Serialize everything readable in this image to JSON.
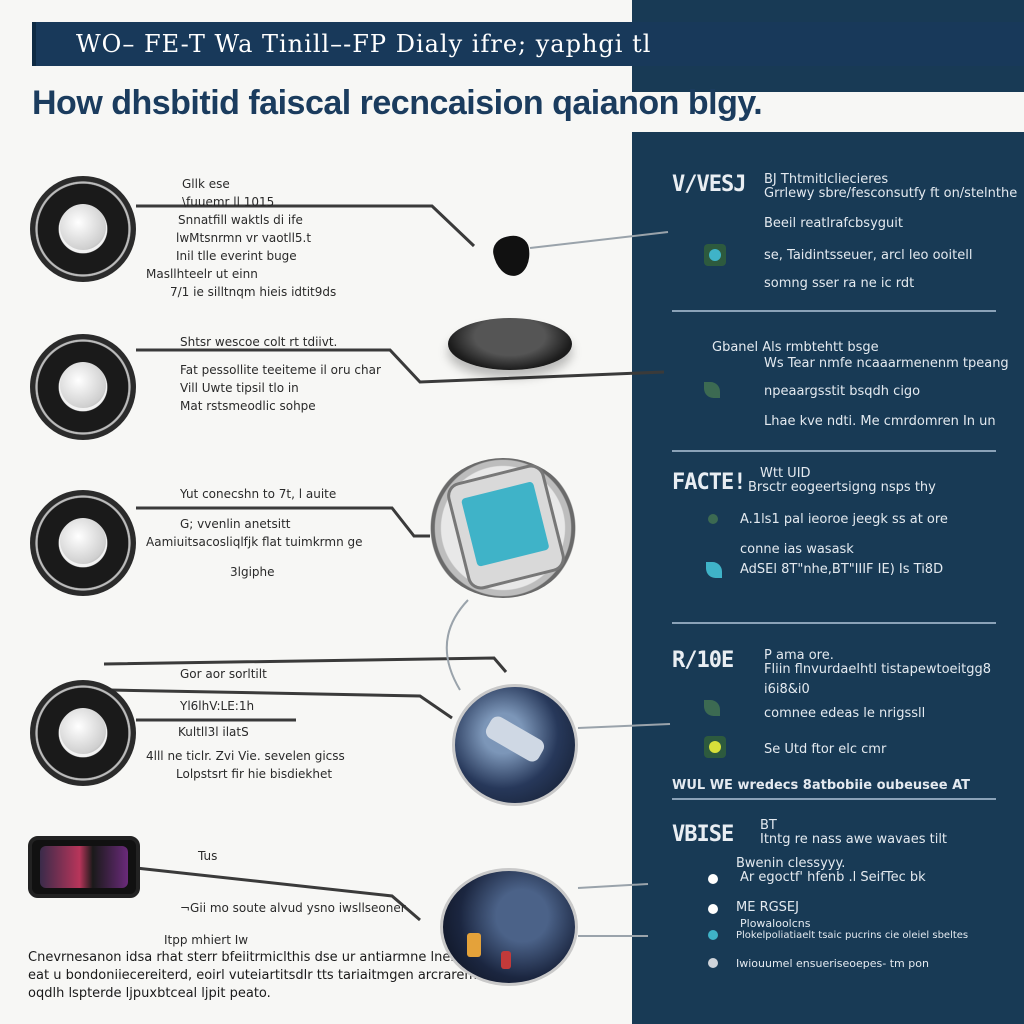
{
  "header": {
    "banner_text": "WO– FE-T Wa Tinill–-FP Dialy ifre; yaphgi tl",
    "headline": "How dhsbitid faiscal recncaision qaianon blgy."
  },
  "left": {
    "block1": [
      "Gllk ese",
      "\\fuuemr ll 1015",
      "Snnatfill waktls di ife",
      "lwMtsnrmn vr vaotll5.t",
      "Inil tlle everint buge",
      "Masllhteelr ut einn",
      "7/1 ie silltnqm hieis idtit9ds"
    ],
    "block2": [
      "Shtsr wescoe colt rt tdiivt.",
      "Fat pessollite teeiteme il oru char",
      "Vill Uwte tipsil tlo in",
      "Mat rstsmeodlic sohpe"
    ],
    "block3": [
      "Yut conecshn to 7t, l auite",
      "G; vvenlin anetsitt",
      "Aamiuitsacosliqlfjk flat tuimkrmn ge",
      "3lgiphe"
    ],
    "block4": [
      "Gor aor sorltilt",
      "Yl6lhV:LE:1h",
      "Kultll3l ilatS",
      "4lll ne ticlr. Zvi Vie. sevelen gicss",
      "Lolpstsrt fir hie bisdiekhet"
    ],
    "block5": [
      "Tus",
      "¬Gii mo soute alvud ysno iwsllseoner",
      "Itpp mhiert Iw"
    ],
    "footer": [
      "Cnevrnesanon idsa rhat sterr bfeiitrmiclthis dse ur antiarmne lneiers liursfl",
      "eat u bondoniiecereiterd, eoirl vuteiartitsdlr tts tariaitmgen arcraremr fwrerlfir",
      "oqdlh lspterde ljpuxbtceal ljpit peato."
    ]
  },
  "right": {
    "s1": {
      "title": "V/VESJ",
      "lines": [
        "BJ Thtmitlcliecieres",
        "Grrlewy sbre/fesconsutfy ft on/stelnthe",
        "Beeil reatlrafcbsyguit",
        "se, Taidintsseuer, arcl leo ooitell",
        "somng sser ra ne ic rdt"
      ]
    },
    "s2": {
      "title": "",
      "lines": [
        "Gbanel Als rmbtehtt bsge",
        "Ws Tear nmfe ncaaarmenenm tpeang",
        "npeaargsstit bsqdh cigo",
        "Lhae kve ndti. Me cmrdomren In un"
      ]
    },
    "s3": {
      "title": "FACTE!",
      "lines": [
        "Wtt UID",
        "Brsctr eogeertsigng nsps thy",
        "A.1ls1 pal ieoroe jeegk ss at ore",
        "conne ias wasask",
        "AdSEl 8T\"nhe,BT\"lIIF IE) Is Ti8D"
      ]
    },
    "s4": {
      "title": "R/10E",
      "lines": [
        "P ama ore.",
        "Fliin flnvurdaelhtl tistapewtoeitgg8",
        "i6i8&i0",
        "comnee edeas le nrigssll",
        "Se Utd ftor elc cmr"
      ],
      "footer": "WUL WE wredecs 8atbobiie oubeusee AT"
    },
    "s5": {
      "title": "VBISE",
      "lines": [
        "BT",
        "Itntg re nass awe wavaes tilt",
        "Bwenin clessyyy.",
        "Ar egoctf' hfenb .l SeifTec bk",
        "ME RGSEJ",
        "Plowaloolcns",
        "Plokelpoliatiaelt tsaic pucrins cie oleiel sbeltes",
        "Iwiouumel ensueriseoepes- tm pon"
      ]
    }
  },
  "colors": {
    "panel": "#183a55",
    "accent_cyan": "#3fb3c8",
    "accent_green": "#2d5a3e",
    "accent_yellow": "#d7e03a"
  }
}
